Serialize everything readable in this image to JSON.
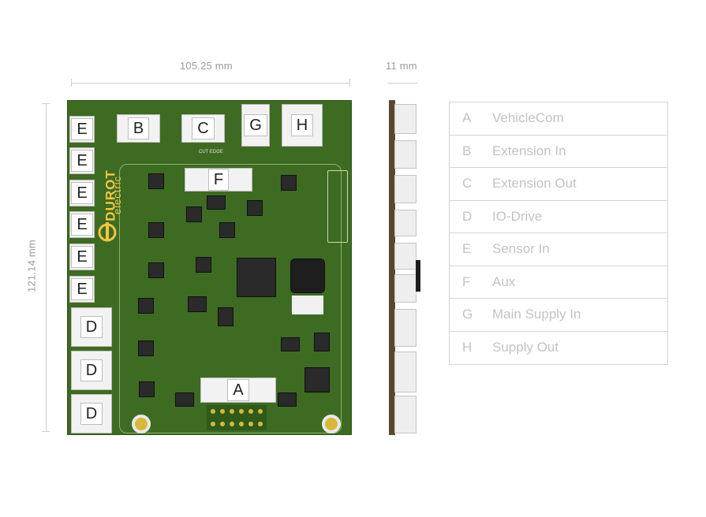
{
  "dimensions": {
    "width_label": "105.25 mm",
    "height_label": "121.14 mm",
    "depth_label": "11 mm"
  },
  "board": {
    "brand_name": "DUROT",
    "brand_sub": "electric",
    "cut_edge_label": "CUT EDGE",
    "connectors": {
      "A": "A",
      "B": "B",
      "C": "C",
      "D": "D",
      "E": "E",
      "F": "F",
      "G": "G",
      "H": "H"
    }
  },
  "legend": [
    {
      "key": "A",
      "label": "VehicleCom"
    },
    {
      "key": "B",
      "label": "Extension In"
    },
    {
      "key": "C",
      "label": "Extension Out"
    },
    {
      "key": "D",
      "label": "IO-Drive"
    },
    {
      "key": "E",
      "label": "Sensor In"
    },
    {
      "key": "F",
      "label": "Aux"
    },
    {
      "key": "G",
      "label": "Main Supply In"
    },
    {
      "key": "H",
      "label": "Supply Out"
    }
  ],
  "colors": {
    "pcb_green": "#3e6b22",
    "pcb_edge": "#2d5218",
    "logo_yellow": "#f4c542",
    "legend_text": "#c3c3c3"
  }
}
